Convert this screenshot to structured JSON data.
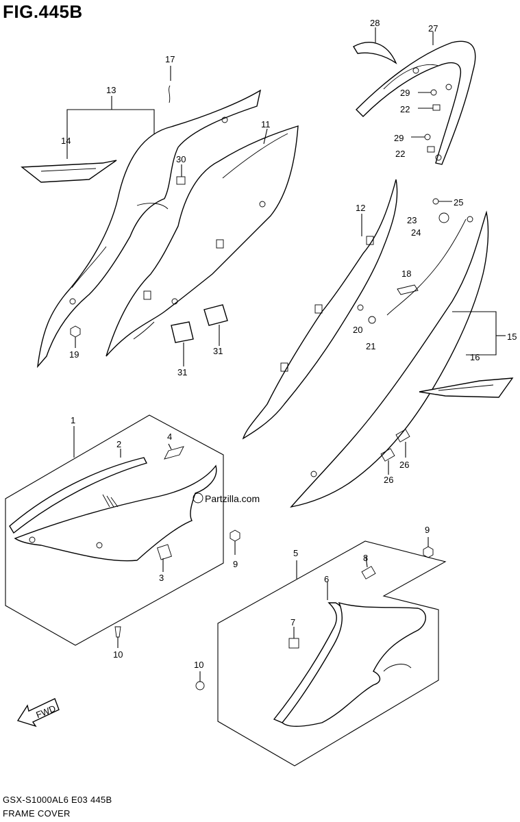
{
  "figure": {
    "title": "FIG.445B",
    "model_code": "GSX-S1000AL6  E03  445B",
    "caption": "FRAME COVER",
    "watermark": "Partzilla.com",
    "fwd_arrow_label": "FWD"
  },
  "callouts": [
    "13",
    "14",
    "17",
    "11",
    "30",
    "19",
    "31",
    "31",
    "28",
    "27",
    "29",
    "22",
    "29",
    "22",
    "12",
    "25",
    "23",
    "24",
    "18",
    "20",
    "21",
    "15",
    "16",
    "26",
    "26",
    "1",
    "2",
    "4",
    "3",
    "9",
    "10",
    "5",
    "6",
    "8",
    "9",
    "7",
    "10"
  ]
}
